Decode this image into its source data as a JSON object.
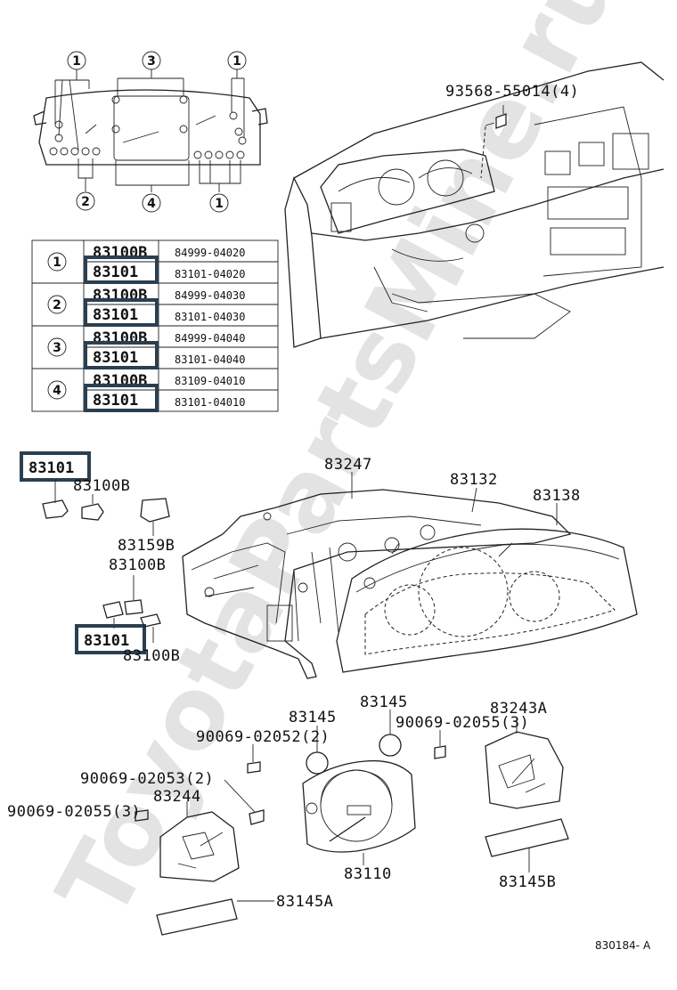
{
  "watermark": "ToyotaPartsMine.ru",
  "diagram_ref": "830184- A",
  "callout_markers": [
    "1",
    "2",
    "3",
    "4"
  ],
  "connector_table": {
    "rows": [
      {
        "marker": "1",
        "top_part": "83100B",
        "top_number": "84999-04020",
        "bottom_part": "83101",
        "bottom_number": "83101-04020"
      },
      {
        "marker": "2",
        "top_part": "83100B",
        "top_number": "84999-04030",
        "bottom_part": "83101",
        "bottom_number": "83101-04030"
      },
      {
        "marker": "3",
        "top_part": "83100B",
        "top_number": "84999-04040",
        "bottom_part": "83101",
        "bottom_number": "83101-04040"
      },
      {
        "marker": "4",
        "top_part": "83100B",
        "top_number": "83109-04010",
        "bottom_part": "83101",
        "bottom_number": "83101-04010"
      }
    ]
  },
  "labels": {
    "bolt_top": "93568-55014(4)",
    "p83101_a": "83101",
    "p83100b_a": "83100B",
    "p83159b": "83159B",
    "p83100b_b": "83100B",
    "p83101_b": "83101",
    "p83100b_c": "83100B",
    "p83247": "83247",
    "p83132": "83132",
    "p83138": "83138",
    "p83145_a": "83145",
    "p83145_b": "83145",
    "p83243a": "83243A",
    "screw_2052": "90069-02052(2)",
    "screw_2055_r": "90069-02055(3)",
    "screw_2053": "90069-02053(2)",
    "p83244": "83244",
    "screw_2055_l": "90069-02055(3)",
    "p83110": "83110",
    "p83145b": "83145B",
    "p83145a": "83145A"
  }
}
